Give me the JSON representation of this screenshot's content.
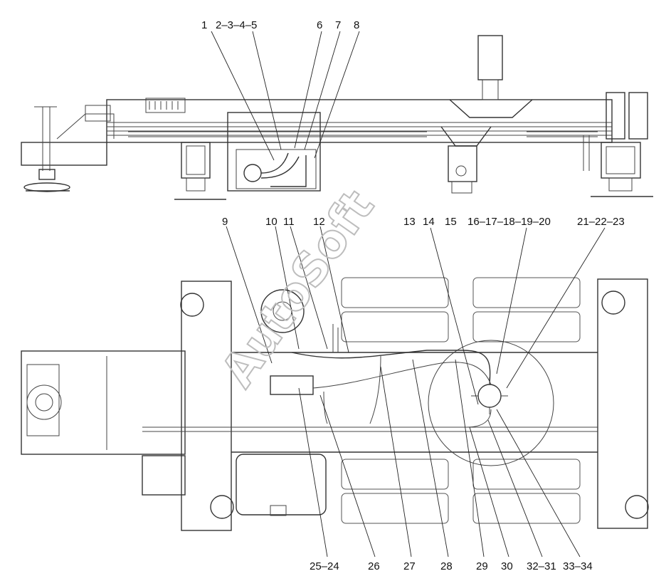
{
  "watermark": "AutoSoft",
  "callouts_top": [
    "1",
    "2–3–4–5",
    "6",
    "7",
    "8"
  ],
  "callouts_middle": [
    "9",
    "10",
    "11",
    "12",
    "13",
    "14",
    "15",
    "16–17–18–19–20",
    "21–22–23"
  ],
  "callouts_bottom": [
    "25–24",
    "26",
    "27",
    "28",
    "29",
    "30",
    "32–31",
    "33–34"
  ]
}
